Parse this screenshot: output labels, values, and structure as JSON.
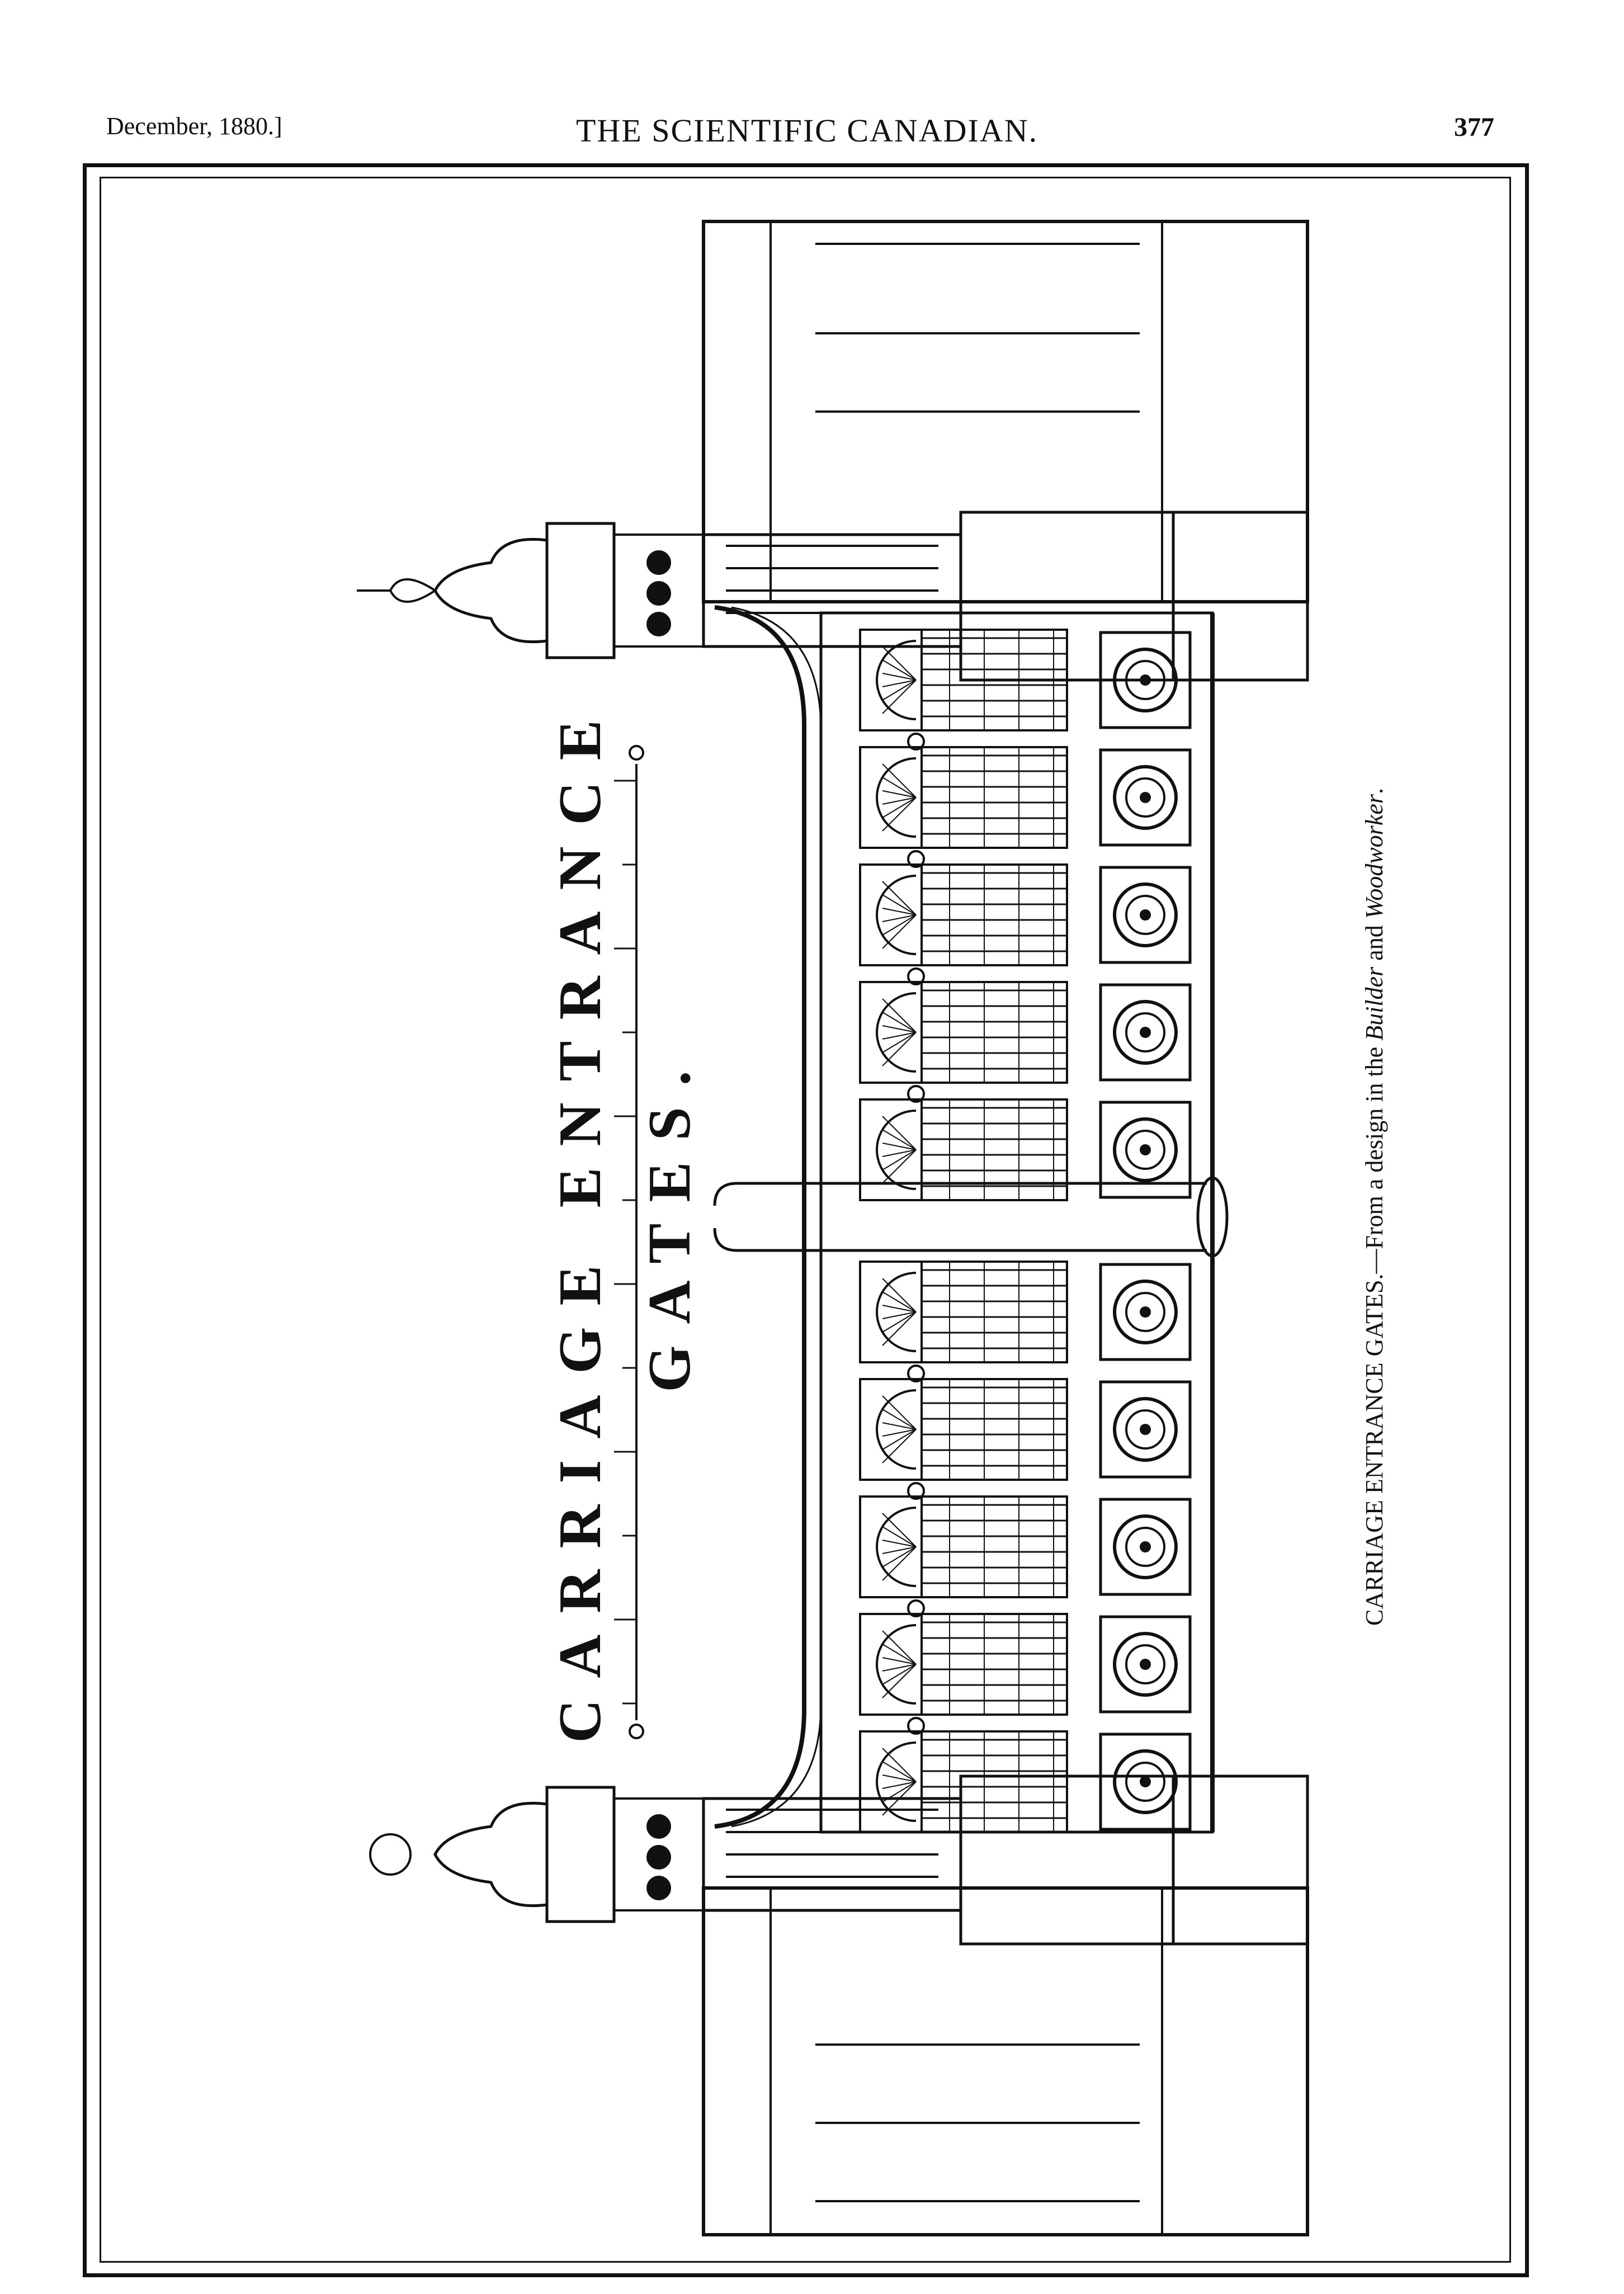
{
  "header": {
    "date": "December, 1880.]",
    "publication": "THE SCIENTIFIC CANADIAN.",
    "page_number": "377"
  },
  "plate": {
    "title": "CARRIAGE ENTRANCE GATES.",
    "caption_lead": "CARRIAGE ENTRANCE GATES.—From a design in the ",
    "caption_source_1": "Builder",
    "caption_join": " and ",
    "caption_source_2": "Woodworker",
    "caption_end": "."
  },
  "colors": {
    "ink": "#111111",
    "paper": "#ffffff"
  }
}
